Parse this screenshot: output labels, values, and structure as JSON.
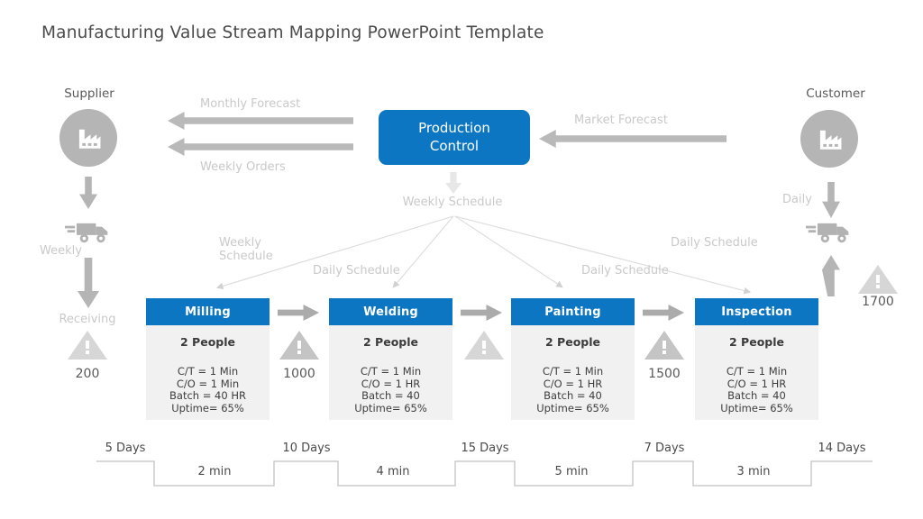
{
  "title": "Manufacturing Value Stream Mapping PowerPoint Template",
  "colors": {
    "accent_blue": "#0d76c2",
    "icon_gray": "#b5b5b5",
    "label_gray": "#c9c9c9",
    "text_dark": "#4a4a4a",
    "box_body": "#f1f1f1"
  },
  "supplier": {
    "label": "Supplier",
    "ship_frequency": "Weekly",
    "receiving_label": "Receiving"
  },
  "customer": {
    "label": "Customer",
    "ship_frequency": "Daily"
  },
  "production_control": {
    "label": "Production Control"
  },
  "flows": {
    "monthly_forecast": "Monthly Forecast",
    "weekly_orders": "Weekly Orders",
    "market_forecast": "Market Forecast",
    "weekly_schedule_main": "Weekly Schedule",
    "weekly_schedule_side_line1": "Weekly",
    "weekly_schedule_side_line2": "Schedule",
    "daily_schedule_1": "Daily Schedule",
    "daily_schedule_2": "Daily Schedule",
    "daily_schedule_3": "Daily Schedule"
  },
  "processes": [
    {
      "name": "Milling",
      "people": "2 People",
      "stats": [
        "C/T = 1 Min",
        "C/O = 1 Min",
        "Batch = 40 HR",
        "Uptime= 65%"
      ]
    },
    {
      "name": "Welding",
      "people": "2 People",
      "stats": [
        "C/T = 1 Min",
        "C/O = 1 HR",
        "Batch = 40",
        "Uptime= 65%"
      ]
    },
    {
      "name": "Painting",
      "people": "2 People",
      "stats": [
        "C/T = 1 Min",
        "C/O = 1 HR",
        "Batch = 40",
        "Uptime= 65%"
      ]
    },
    {
      "name": "Inspection",
      "people": "2 People",
      "stats": [
        "C/T = 1 Min",
        "C/O = 1 HR",
        "Batch = 40",
        "Uptime= 65%"
      ]
    }
  ],
  "inventory_buffers": {
    "after_receiving": "200",
    "after_milling": "1000",
    "after_painting": "1500",
    "before_customer": "1700"
  },
  "timeline": {
    "lead_times": [
      "5 Days",
      "10 Days",
      "15 Days",
      "7 Days",
      "14 Days"
    ],
    "process_times": [
      "2 min",
      "4 min",
      "5 min",
      "3 min"
    ]
  }
}
